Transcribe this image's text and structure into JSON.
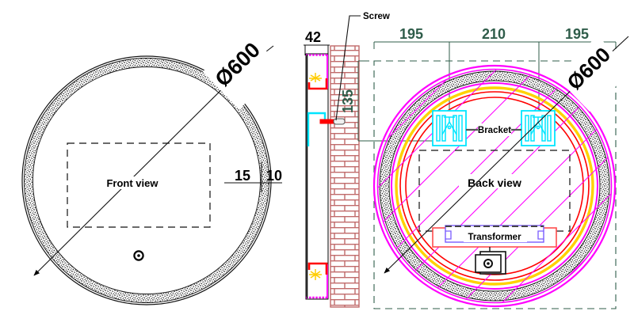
{
  "drawing": {
    "title": "Round LED Mirror Technical Drawing",
    "views": [
      {
        "id": "front",
        "label": "Front view",
        "diameter_label": "Ø600",
        "edge_dims": [
          "15",
          "10"
        ],
        "sensor_icon": "touch-sensor-icon"
      },
      {
        "id": "side",
        "label": "",
        "thickness_label": "42",
        "callouts": [
          "Screw"
        ],
        "wall_fill": "brick-hatch"
      },
      {
        "id": "back",
        "label": "Back view",
        "diameter_label": "Ø600",
        "top_dims": [
          "195",
          "210",
          "195"
        ],
        "side_dim": "135",
        "callouts": [
          "Bracket",
          "Transformer"
        ]
      }
    ],
    "colors": {
      "outline": "#000000",
      "magenta": "#ff00ff",
      "yellow": "#ffd200",
      "red": "#ff0000",
      "cyan": "#00ffff",
      "dim_green": "#2f5d4a",
      "brick": "#c06060",
      "bracket": "#00e5ff",
      "transformer_box": "#ff4d4d",
      "transformer_inner": "#7a5cff",
      "speckle": "#3a3a3a"
    }
  }
}
